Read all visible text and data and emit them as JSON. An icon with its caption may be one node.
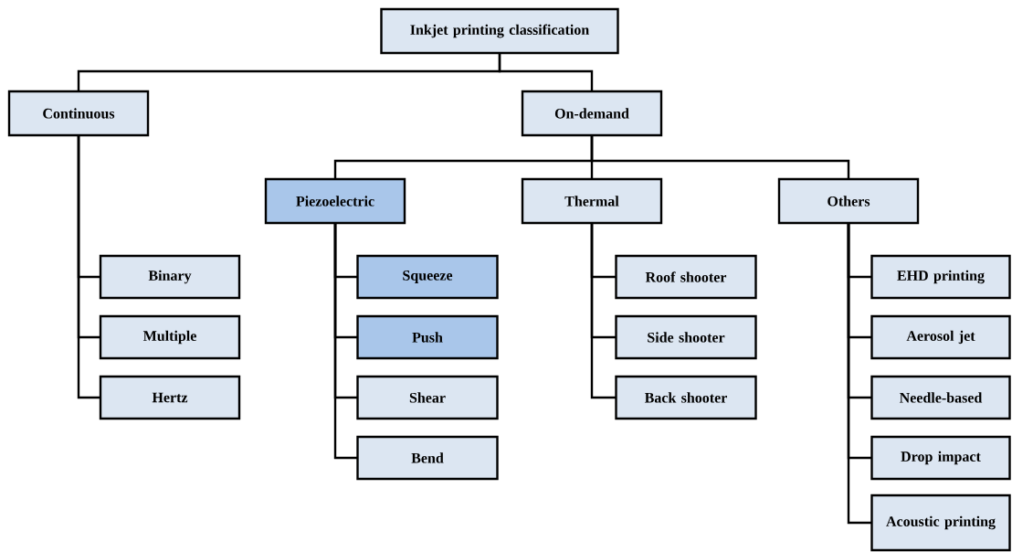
{
  "diagram": {
    "nodes": [
      {
        "text": [
          "Inkjet printing classification"
        ]
      },
      {
        "text": [
          "Continuous"
        ]
      },
      {
        "text": [
          "On-demand"
        ]
      },
      {
        "text": [
          "Piezoelectric"
        ]
      },
      {
        "text": [
          "Thermal"
        ]
      },
      {
        "text": [
          "Others"
        ]
      },
      {
        "text": [
          "Binary"
        ]
      },
      {
        "text": [
          "Multiple"
        ]
      },
      {
        "text": [
          "Hertz"
        ]
      },
      {
        "text": [
          "Squeeze"
        ]
      },
      {
        "text": [
          "Push"
        ]
      },
      {
        "text": [
          "Shear"
        ]
      },
      {
        "text": [
          "Bend"
        ]
      },
      {
        "text": [
          "Roof shooter"
        ]
      },
      {
        "text": [
          "Side shooter"
        ]
      },
      {
        "text": [
          "Back shooter"
        ]
      },
      {
        "text": [
          "EHD printing"
        ]
      },
      {
        "text": [
          "Aerosol jet"
        ]
      },
      {
        "text": [
          "Needle-based"
        ]
      },
      {
        "text": [
          "Drop impact"
        ]
      },
      {
        "text": [
          "Acoustic printing"
        ]
      }
    ],
    "edges": [
      {
        "from": 0,
        "to": 1,
        "arrow": "none"
      },
      {
        "from": 0,
        "to": 2,
        "arrow": "none"
      },
      {
        "from": 2,
        "to": 3,
        "arrow": "none"
      },
      {
        "from": 2,
        "to": 4,
        "arrow": "none"
      },
      {
        "from": 2,
        "to": 5,
        "arrow": "none"
      },
      {
        "from": 1,
        "to": 6,
        "arrow": "none"
      },
      {
        "from": 1,
        "to": 7,
        "arrow": "none"
      },
      {
        "from": 1,
        "to": 8,
        "arrow": "none"
      },
      {
        "from": 3,
        "to": 9,
        "arrow": "none"
      },
      {
        "from": 3,
        "to": 10,
        "arrow": "none"
      },
      {
        "from": 3,
        "to": 11,
        "arrow": "none"
      },
      {
        "from": 3,
        "to": 12,
        "arrow": "none"
      },
      {
        "from": 4,
        "to": 13,
        "arrow": "none"
      },
      {
        "from": 4,
        "to": 14,
        "arrow": "none"
      },
      {
        "from": 4,
        "to": 15,
        "arrow": "none"
      },
      {
        "from": 5,
        "to": 16,
        "arrow": "none"
      },
      {
        "from": 5,
        "to": 17,
        "arrow": "none"
      },
      {
        "from": 5,
        "to": 18,
        "arrow": "none"
      },
      {
        "from": 5,
        "to": 19,
        "arrow": "none"
      },
      {
        "from": 5,
        "to": 20,
        "arrow": "none"
      }
    ]
  }
}
